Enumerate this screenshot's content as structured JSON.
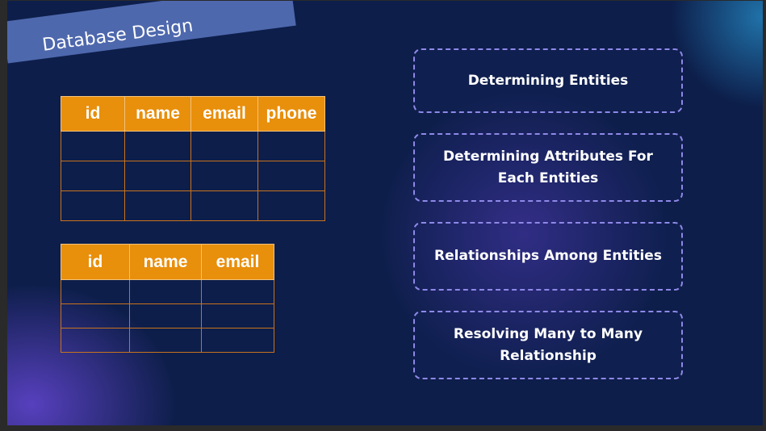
{
  "slide": {
    "title": "Database Design"
  },
  "tables": [
    {
      "columns": [
        "id",
        "name",
        "email",
        "phone"
      ],
      "empty_rows": 3
    },
    {
      "columns": [
        "id",
        "name",
        "email"
      ],
      "empty_rows": 3
    }
  ],
  "steps": [
    {
      "label": "Determining Entities"
    },
    {
      "label": "Determining Attributes For Each Entities"
    },
    {
      "label": "Relationships Among Entities"
    },
    {
      "label": "Resolving Many to Many Relationship"
    }
  ],
  "colors": {
    "background": "#0d1e4a",
    "title_banner": "#4e68ad",
    "table_header": "#e88f0c",
    "table_border": "#c8731d",
    "step_border": "#8f88e8"
  }
}
